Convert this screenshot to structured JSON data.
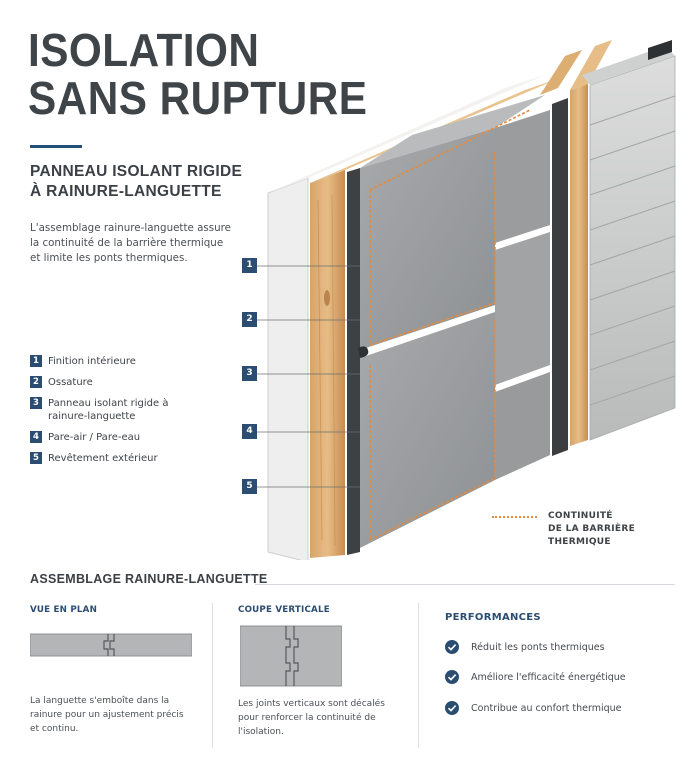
{
  "header": {
    "title_line1": "ISOLATION",
    "title_line2": "SANS RUPTURE",
    "subtitle_line1": "PANNEAU ISOLANT RIGIDE",
    "subtitle_line2": "À RAINURE-LANGUETTE",
    "intro": "L'assemblage rainure-languette assure la continuité de la barrière thermique et limite les ponts thermiques."
  },
  "legend": [
    {
      "num": "1",
      "label": "Finition intérieure"
    },
    {
      "num": "2",
      "label": "Ossature"
    },
    {
      "num": "3",
      "label": "Panneau isolant rigide à rainure-languette"
    },
    {
      "num": "4",
      "label": "Pare-air / Pare-eau"
    },
    {
      "num": "5",
      "label": "Revêtement extérieur"
    }
  ],
  "callouts": [
    "1",
    "2",
    "3",
    "4",
    "5"
  ],
  "continuity_label_line1": "CONTINUITÉ",
  "continuity_label_line2": "DE LA BARRIÈRE THERMIQUE",
  "assembly": {
    "title": "ASSEMBLAGE RAINURE-LANGUETTE",
    "plan_title": "VUE EN PLAN",
    "plan_desc": "La languette s'emboîte dans la rainure pour un ajustement précis et continu.",
    "section_title": "COUPE VERTICALE",
    "section_desc": "Les joints verticaux sont décalés pour renforcer la continuité de l'isolation."
  },
  "performances": {
    "title": "PERFORMANCES",
    "items": [
      "Réduit les ponts thermiques",
      "Améliore l'efficacité énergétique",
      "Contribue au confort thermique"
    ]
  },
  "colors": {
    "accent": "#2b4d72",
    "thermal_line": "#e98a3a",
    "title": "#3f4448"
  }
}
